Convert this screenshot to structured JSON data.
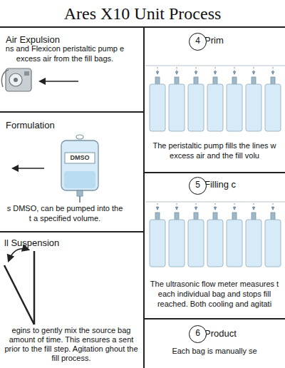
{
  "diagram": {
    "title": "Ares X10 Unit Process",
    "nodes": [
      {
        "text": [
          "Air Expulsion",
          "ns and Flexicon peristaltic pump e excess air from the fill bags."
        ]
      },
      {
        "text": [
          "Formulation",
          "s DMSO, can be pumped into the t a specified volume."
        ]
      },
      {
        "text": [
          "ll Suspension",
          "egins to gently mix the source bag amount of time. This ensures a sent prior to the fill step. Agitation ghout the fill process."
        ]
      },
      {
        "text": [
          "Prim",
          "The peristaltic pump fills the lines w excess air and the fill volu"
        ]
      },
      {
        "text": [
          "4"
        ],
        "in": 3
      },
      {
        "text": [
          "Filling c",
          "The ultrasonic flow meter measures t each individual bag and stops fill reached. Both cooling and agitati"
        ]
      },
      {
        "text": [
          "5"
        ],
        "in": 5
      },
      {
        "text": [
          "Product",
          "Each bag is manually se"
        ]
      },
      {
        "text": [
          "6"
        ],
        "in": 7
      }
    ],
    "labels": [
      "DMSO"
    ]
  }
}
